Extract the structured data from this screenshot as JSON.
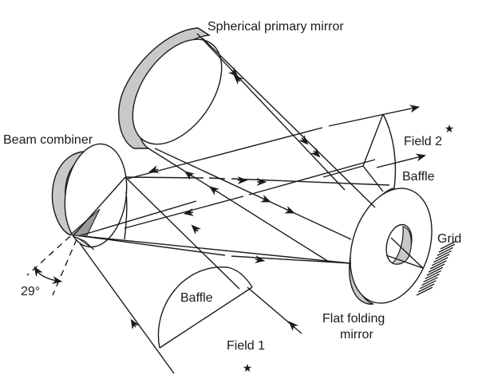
{
  "figure": {
    "title": "Schmidt-type dual-field telescope optical layout",
    "labels": {
      "primary_mirror": "Spherical primary mirror",
      "beam_combiner": "Beam combiner",
      "field_2": "Field 2",
      "baffle_upper": "Baffle",
      "grid": "Grid",
      "baffle_lower": "Baffle",
      "field_1": "Field 1",
      "folding_mirror_line1": "Flat folding",
      "folding_mirror_line2": "mirror",
      "angle": "29°"
    },
    "icons": {
      "field_1_marker": "star-icon",
      "field_2_marker": "star-icon"
    },
    "colors": {
      "ink": "#1a1a1a",
      "mirror_rim": "#c8c8c8",
      "combiner_wedge": "#9a9a9a",
      "background": "#ffffff"
    }
  }
}
